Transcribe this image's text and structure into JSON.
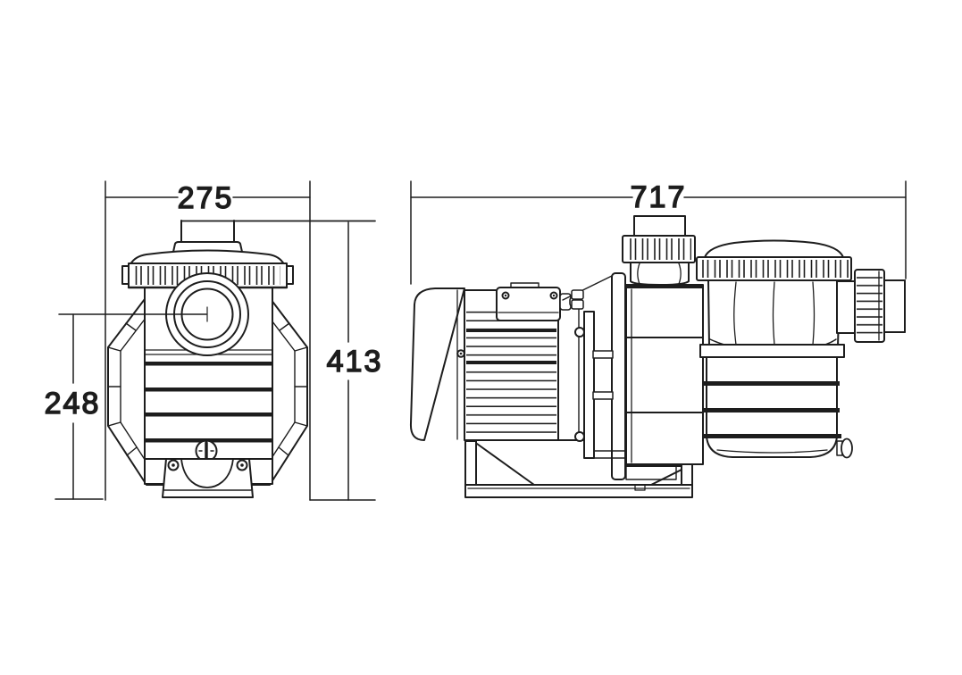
{
  "colors": {
    "background": "#ffffff",
    "line": "#1d1d1d"
  },
  "drawing": {
    "type": "technical-dimension-drawing",
    "views": {
      "front": {
        "dimensions": {
          "overall_width": "275",
          "overall_height": "413",
          "inlet_center_height": "248"
        }
      },
      "side": {
        "dimensions": {
          "overall_length": "717"
        }
      }
    }
  }
}
